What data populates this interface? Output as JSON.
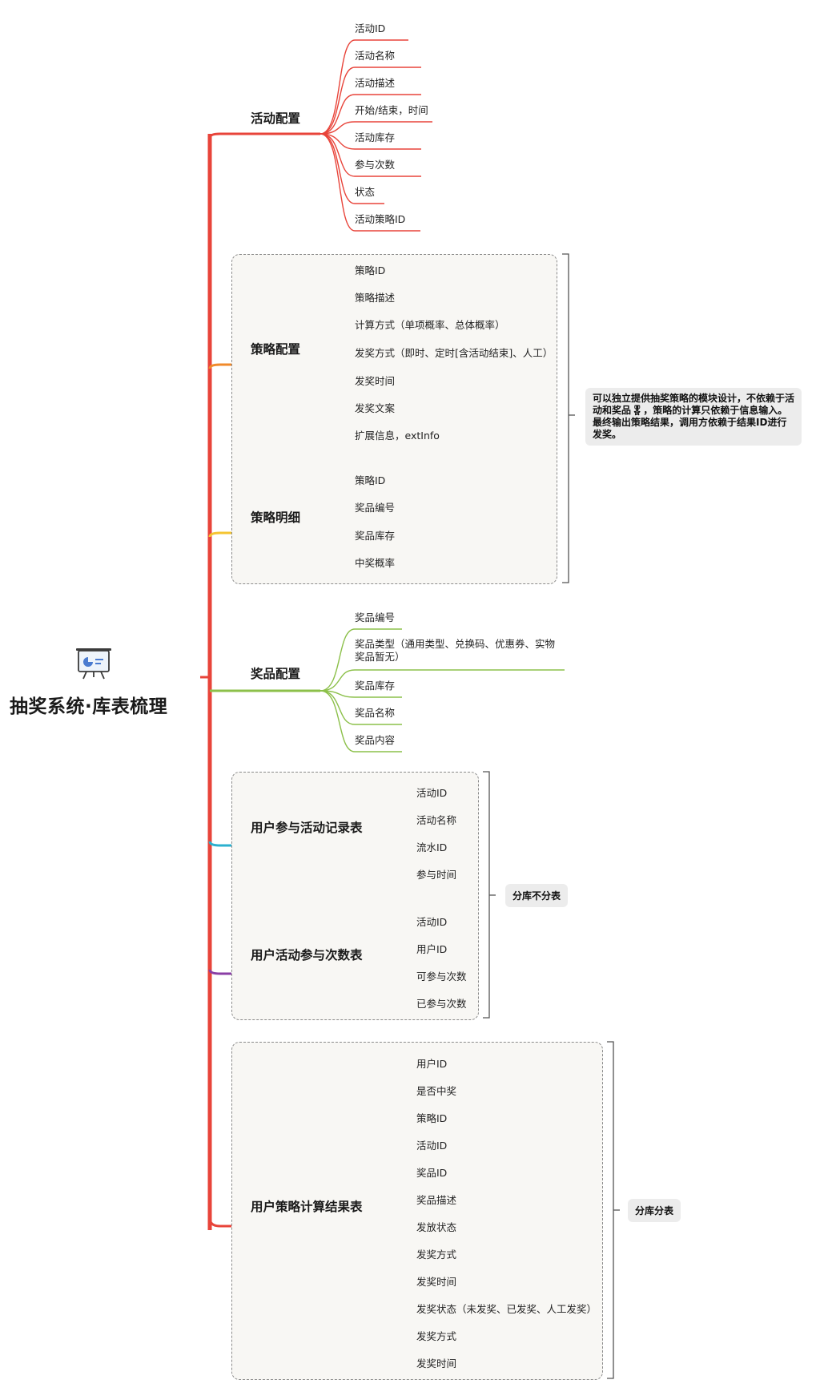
{
  "root": {
    "title": "抽奖系统·库表梳理",
    "icon": "presentation-board-icon"
  },
  "topics": [
    {
      "key": "activity",
      "label": "活动配置",
      "color": "#e8443a",
      "leaves": [
        "活动ID",
        "活动名称",
        "活动描述",
        "开始/结束，时间",
        "活动库存",
        "参与次数",
        "状态",
        "活动策略ID"
      ]
    },
    {
      "key": "strategy",
      "label": "策略配置",
      "color": "#f08a2b",
      "leaves": [
        "策略ID",
        "策略描述",
        "计算方式（单项概率、总体概率）",
        "发奖方式（即时、定时[含活动结束]、人工）",
        "发奖时间",
        "发奖文案",
        "扩展信息，extInfo"
      ]
    },
    {
      "key": "strategy-detail",
      "label": "策略明细",
      "color": "#f5c431",
      "leaves": [
        "策略ID",
        "奖品编号",
        "奖品库存",
        "中奖概率"
      ]
    },
    {
      "key": "prize",
      "label": "奖品配置",
      "color": "#8cc04a",
      "leaves": [
        "奖品编号",
        "奖品类型（通用类型、兑换码、优惠券、实物奖品暂无）",
        "奖品库存",
        "奖品名称",
        "奖品内容"
      ]
    },
    {
      "key": "user-take",
      "label": "用户参与活动记录表",
      "color": "#2bb0cf",
      "leaves": [
        "活动ID",
        "活动名称",
        "流水ID",
        "参与时间"
      ]
    },
    {
      "key": "user-count",
      "label": "用户活动参与次数表",
      "color": "#8a3ea5",
      "leaves": [
        "活动ID",
        "用户ID",
        "可参与次数",
        "已参与次数"
      ]
    },
    {
      "key": "user-result",
      "label": "用户策略计算结果表",
      "color": "#e8443a",
      "leaves": [
        "用户ID",
        "是否中奖",
        "策略ID",
        "活动ID",
        "奖品ID",
        "奖品描述",
        "发放状态",
        "发奖方式",
        "发奖时间",
        "发奖状态（未发奖、已发奖、人工发奖）",
        "发奖方式",
        "发奖时间"
      ]
    }
  ],
  "summaries": {
    "strategy": "可以独立提供抽奖策略的模块设计，不依赖于活动和奖品🎖，策略的计算只依赖于信息输入。最终输出策略结果，调用方依赖于结果ID进行发奖。",
    "sharding_db": "分库不分表",
    "sharding_db_table": "分库分表"
  }
}
